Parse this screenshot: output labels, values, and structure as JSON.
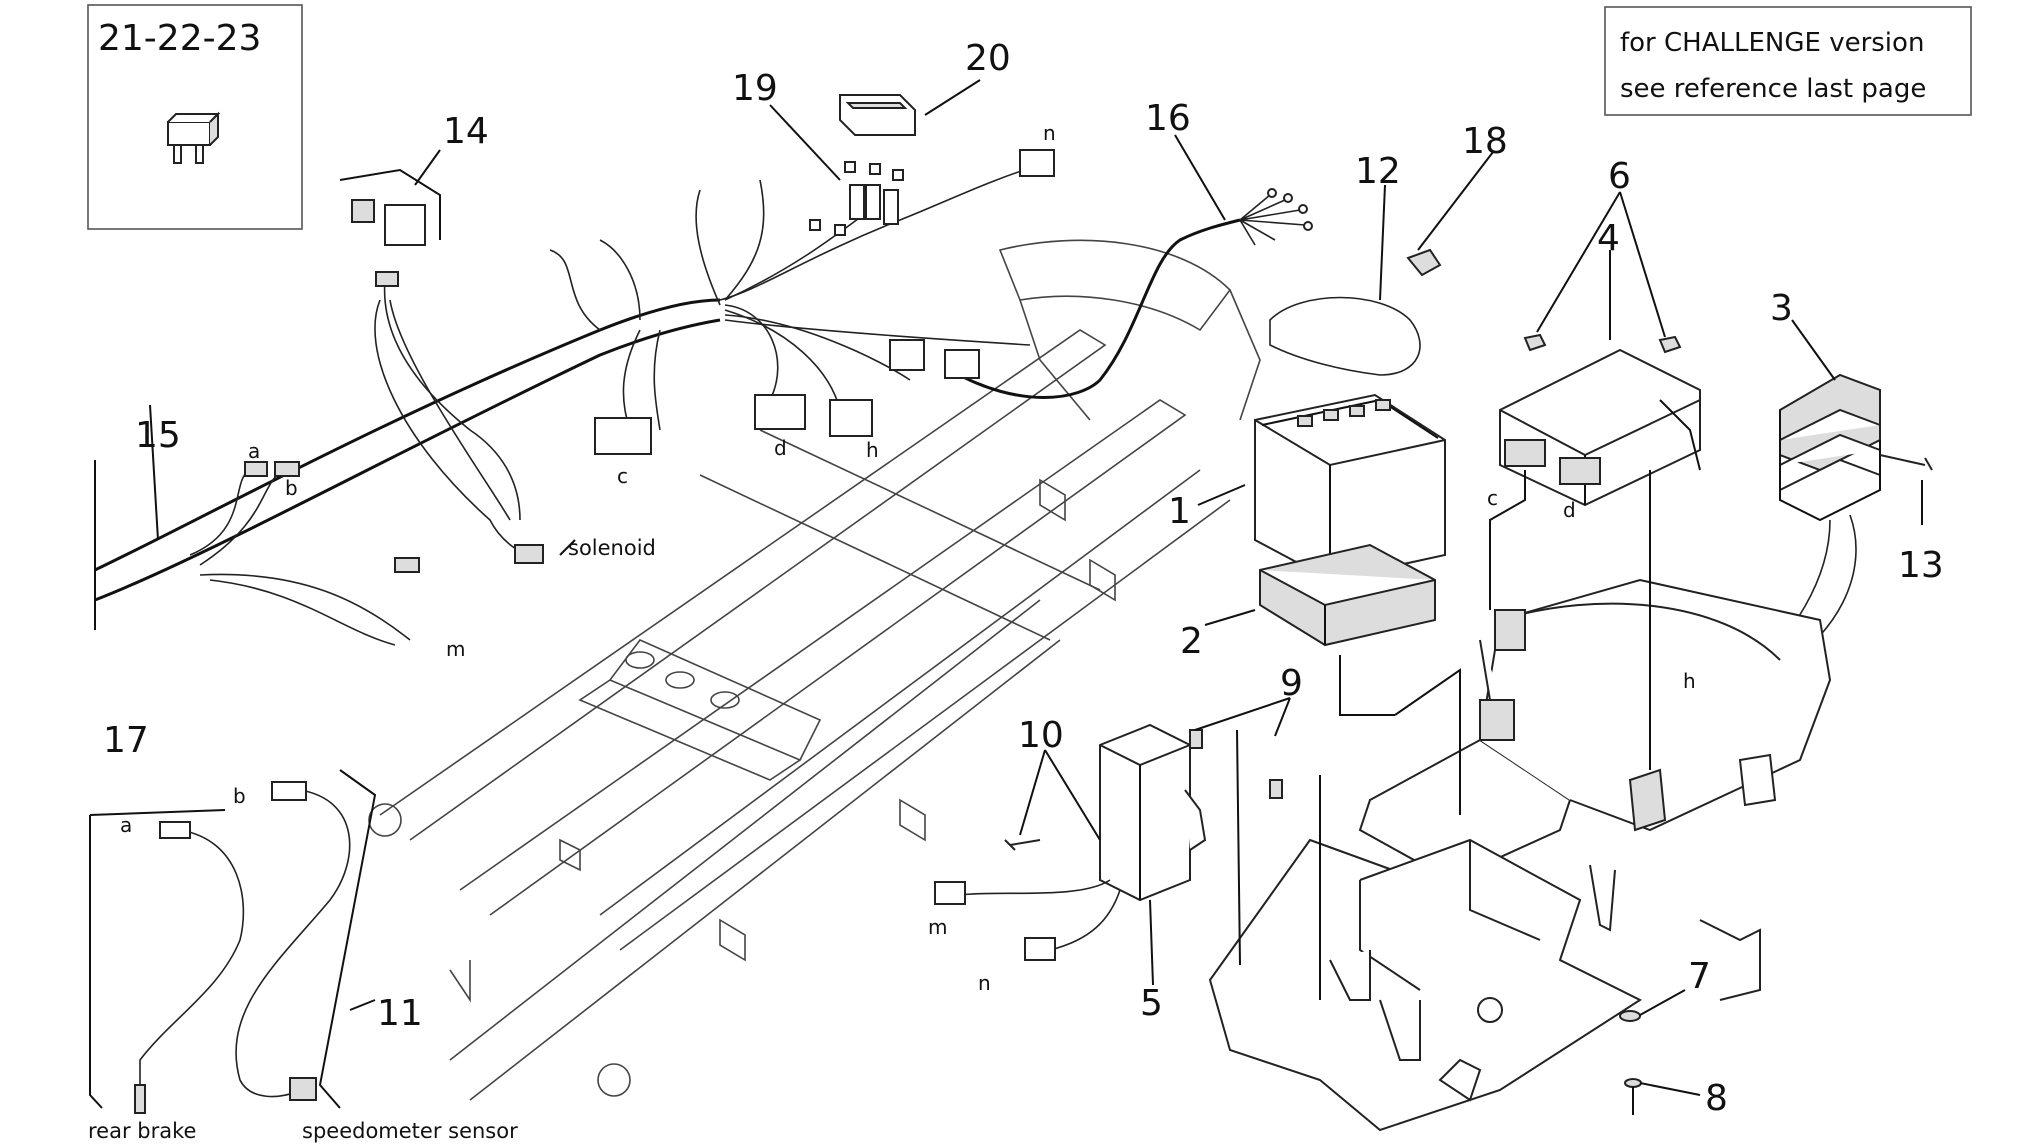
{
  "fuse_box": {
    "title": "21-22-23"
  },
  "note": {
    "line1": "for CHALLENGE version",
    "line2": "see reference last page"
  },
  "callouts": {
    "n1": "1",
    "n2": "2",
    "n3": "3",
    "n4": "4",
    "n5": "5",
    "n6": "6",
    "n7": "7",
    "n8": "8",
    "n9": "9",
    "n10": "10",
    "n11": "11",
    "n12": "12",
    "n13": "13",
    "n14": "14",
    "n15": "15",
    "n16": "16",
    "n17": "17",
    "n18": "18",
    "n19": "19",
    "n20": "20"
  },
  "connectors": {
    "a": "a",
    "b": "b",
    "c": "c",
    "d": "d",
    "h": "h",
    "m": "m",
    "n": "n"
  },
  "labels": {
    "solenoid": "solenoid",
    "rear_brake": "rear brake",
    "speedometer_sensor": "speedometer sensor"
  }
}
